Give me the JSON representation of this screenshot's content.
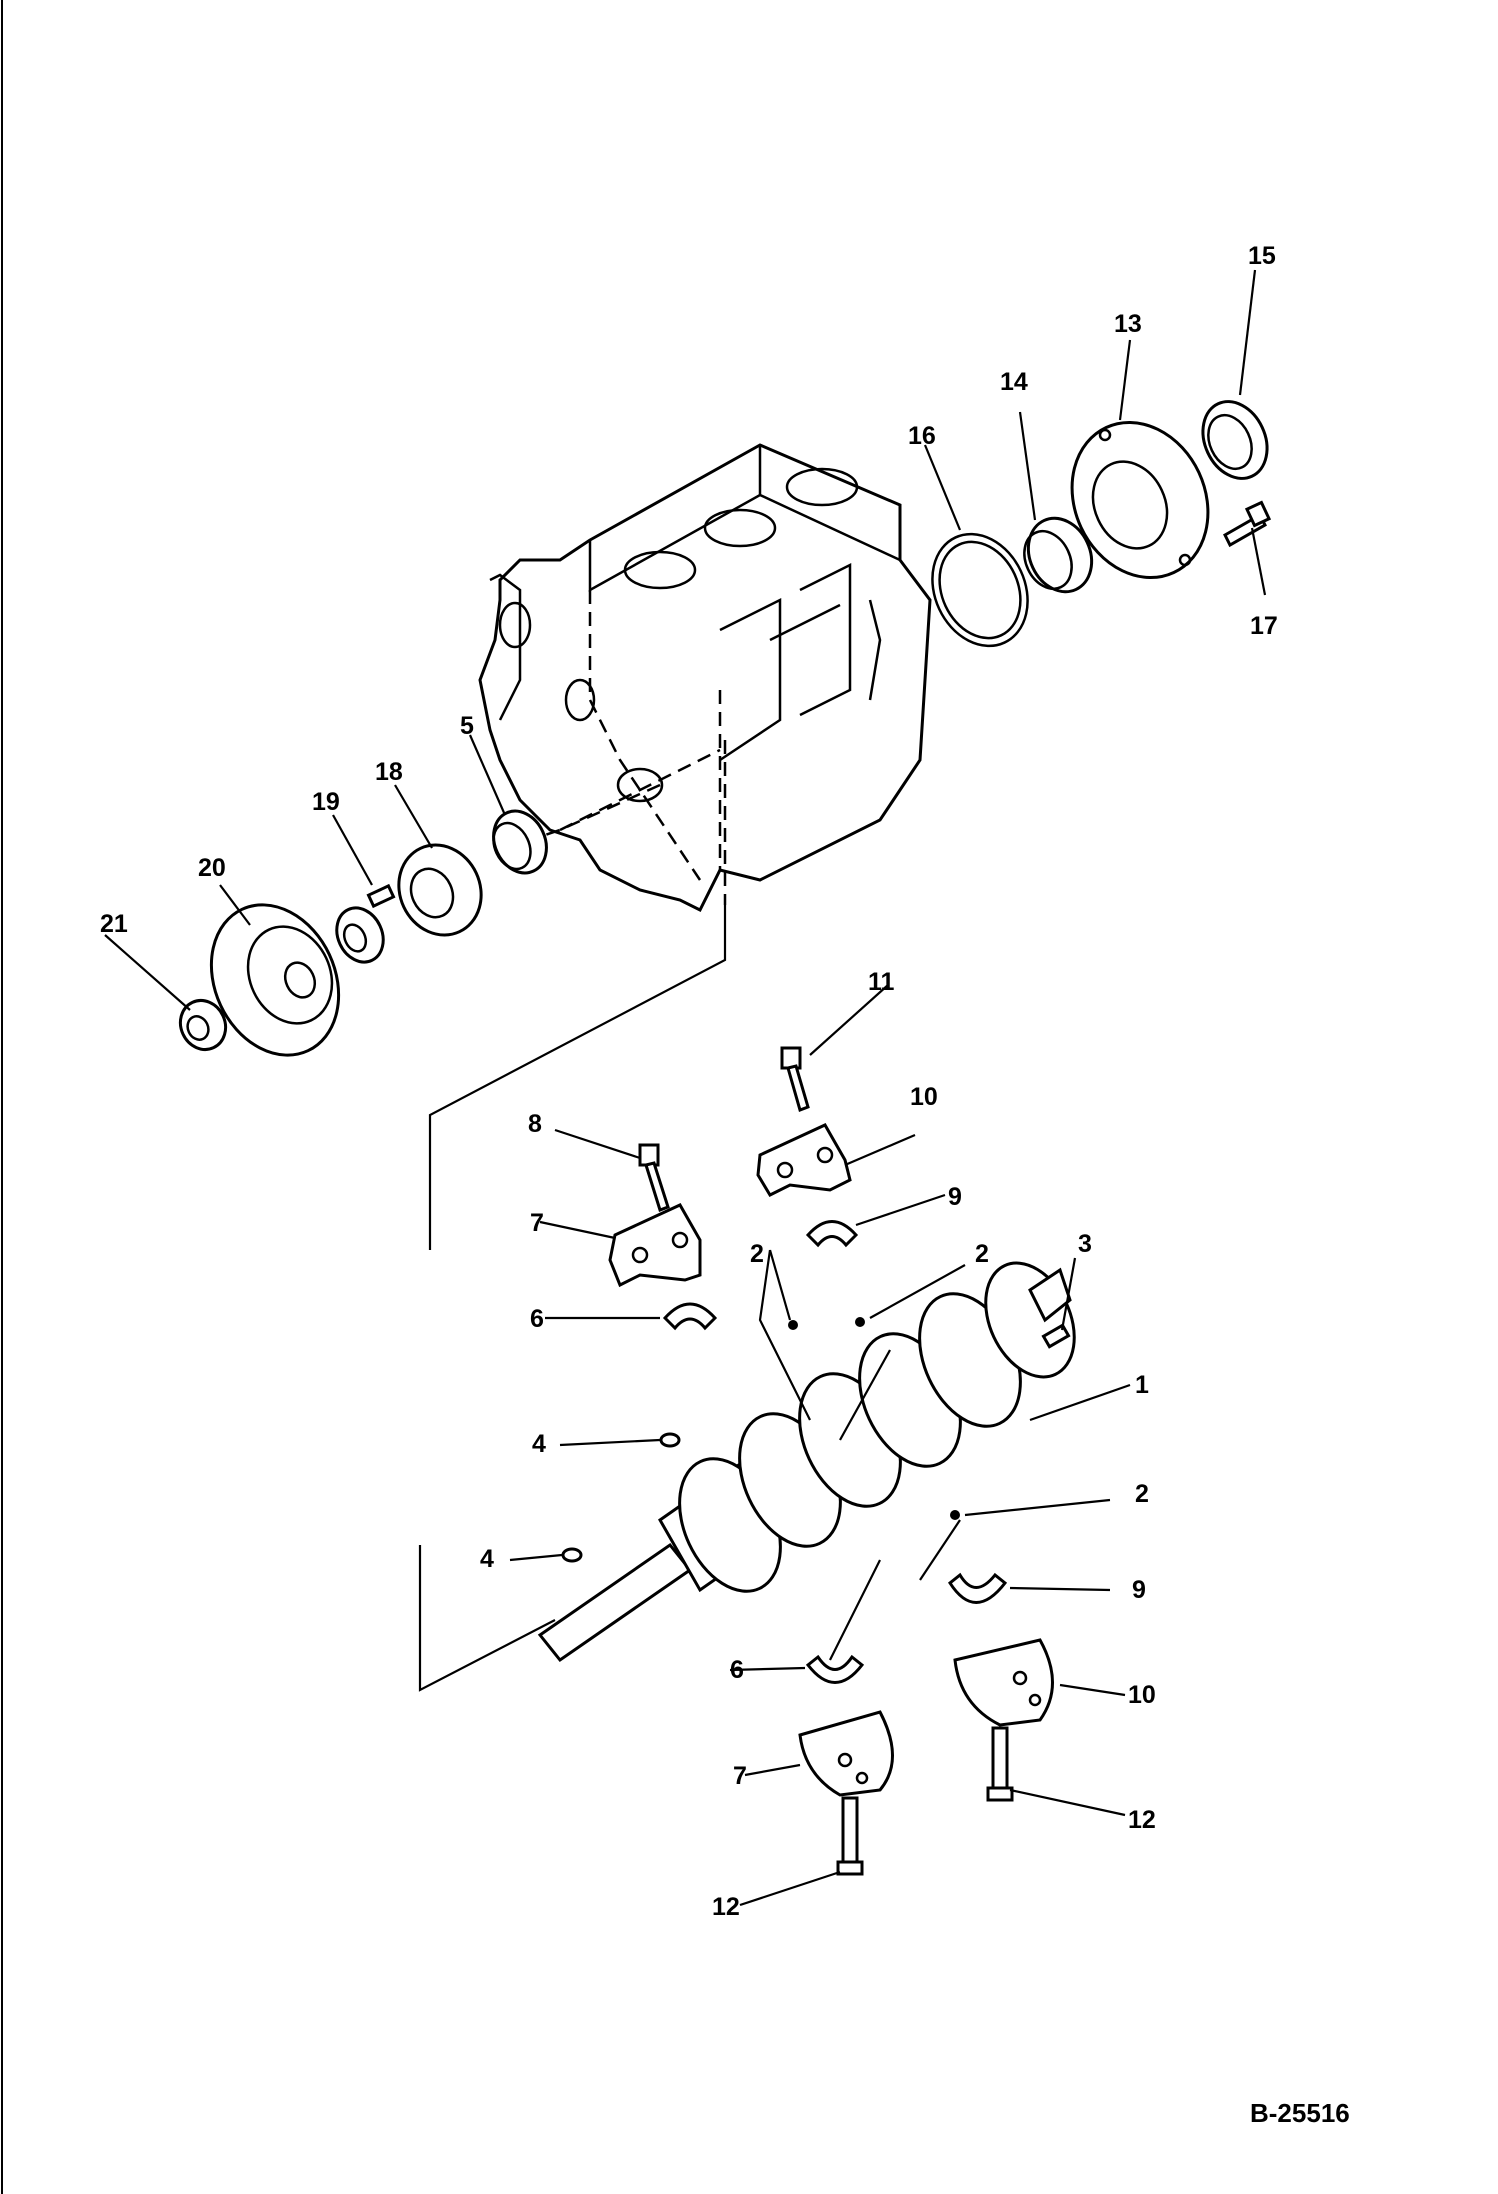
{
  "callouts": {
    "c1": "1",
    "c2a": "2",
    "c2b": "2",
    "c2c": "2",
    "c3": "3",
    "c4a": "4",
    "c4b": "4",
    "c5": "5",
    "c6a": "6",
    "c6b": "6",
    "c7a": "7",
    "c7b": "7",
    "c8": "8",
    "c9a": "9",
    "c9b": "9",
    "c10a": "10",
    "c10b": "10",
    "c11": "11",
    "c12a": "12",
    "c12b": "12",
    "c13": "13",
    "c14": "14",
    "c15": "15",
    "c16": "16",
    "c17": "17",
    "c18": "18",
    "c19": "19",
    "c20": "20",
    "c21": "21"
  },
  "figure_code": "B-25516"
}
